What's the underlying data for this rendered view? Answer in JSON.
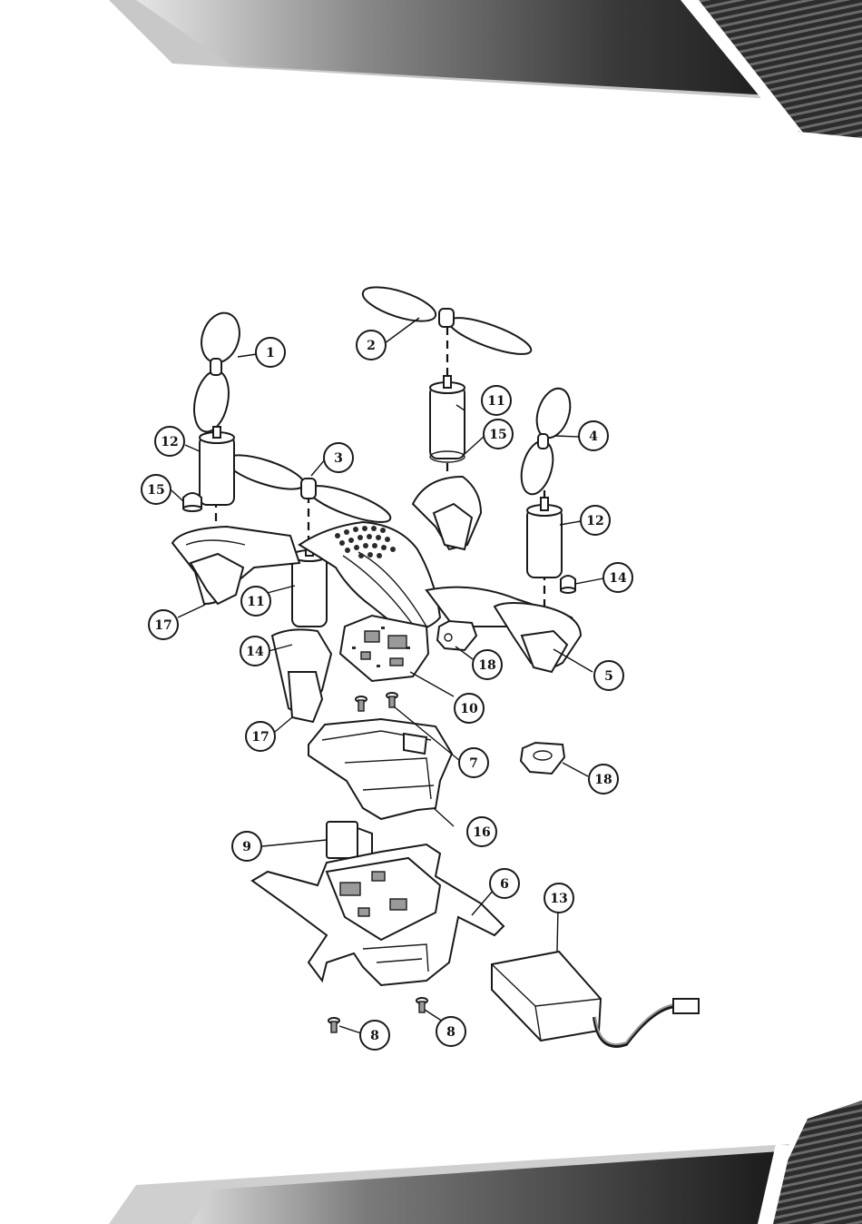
{
  "diagram": {
    "callouts": [
      {
        "id": "c1",
        "label": "1"
      },
      {
        "id": "c2",
        "label": "2"
      },
      {
        "id": "c3",
        "label": "3"
      },
      {
        "id": "c4",
        "label": "4"
      },
      {
        "id": "c5",
        "label": "5"
      },
      {
        "id": "c6",
        "label": "6"
      },
      {
        "id": "c7",
        "label": "7"
      },
      {
        "id": "c8a",
        "label": "8"
      },
      {
        "id": "c8b",
        "label": "8"
      },
      {
        "id": "c9",
        "label": "9"
      },
      {
        "id": "c10",
        "label": "10"
      },
      {
        "id": "c11a",
        "label": "11"
      },
      {
        "id": "c11b",
        "label": "11"
      },
      {
        "id": "c12a",
        "label": "12"
      },
      {
        "id": "c12b",
        "label": "12"
      },
      {
        "id": "c13",
        "label": "13"
      },
      {
        "id": "c14a",
        "label": "14"
      },
      {
        "id": "c14b",
        "label": "14"
      },
      {
        "id": "c15a",
        "label": "15"
      },
      {
        "id": "c15b",
        "label": "15"
      },
      {
        "id": "c16",
        "label": "16"
      },
      {
        "id": "c17a",
        "label": "17"
      },
      {
        "id": "c17b",
        "label": "17"
      },
      {
        "id": "c18a",
        "label": "18"
      },
      {
        "id": "c18b",
        "label": "18"
      }
    ]
  }
}
